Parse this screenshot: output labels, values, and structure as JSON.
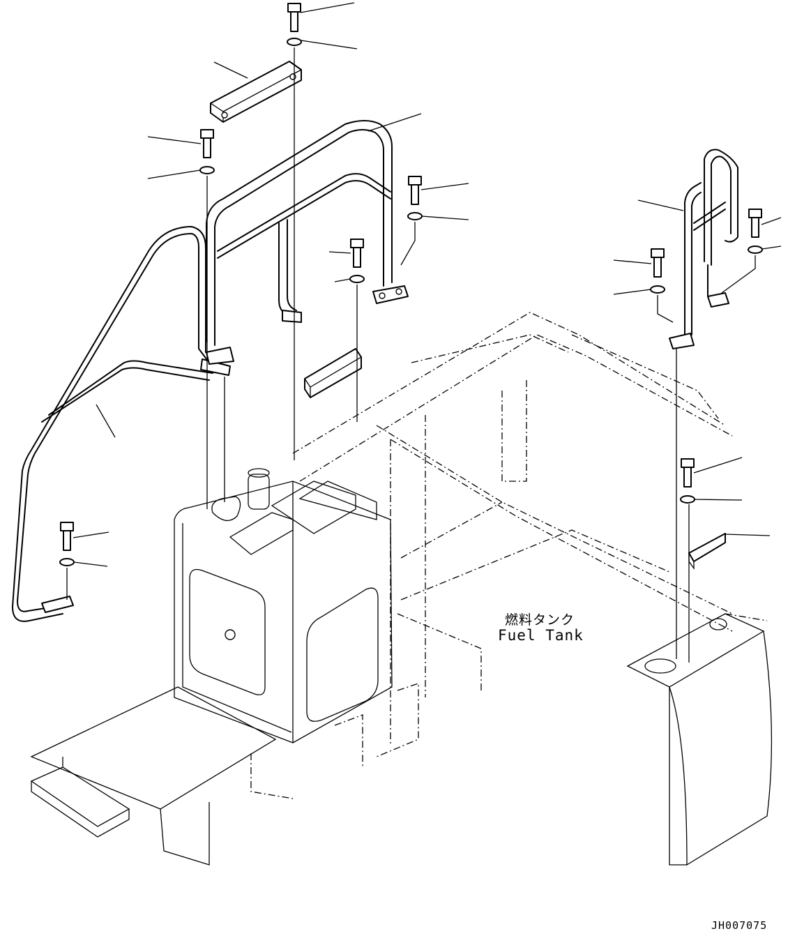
{
  "labels": {
    "part_name_japanese": "燃料タンク",
    "part_name_english": "Fuel Tank",
    "drawing_id": "JH007075"
  },
  "colors": {
    "line": "#000000",
    "background": "#ffffff"
  }
}
